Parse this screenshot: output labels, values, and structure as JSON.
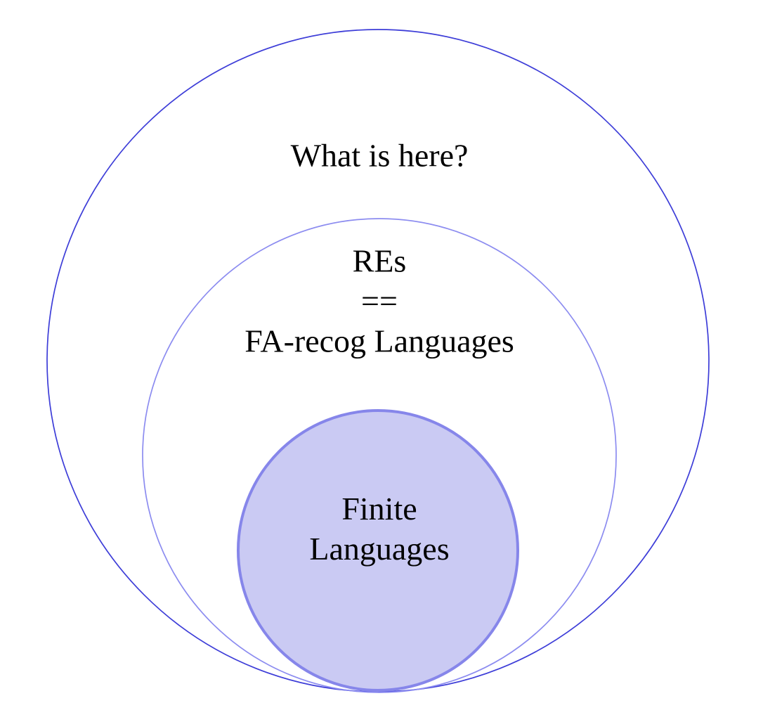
{
  "diagram": {
    "kind": "nested-sets-euler-diagram",
    "background_color": "#ffffff",
    "text_color": "#000000",
    "outer_circle": {
      "label": "What is here?",
      "stroke": "#3d3dd8",
      "fill": "none"
    },
    "middle_circle": {
      "label_line1": "REs",
      "label_line2": "==",
      "label_line3": "FA-recog Languages",
      "stroke": "#8c8cf0",
      "fill": "none"
    },
    "inner_circle": {
      "label_line1": "Finite",
      "label_line2": "Languages",
      "stroke": "#8686ea",
      "fill": "#cacaf3"
    }
  }
}
